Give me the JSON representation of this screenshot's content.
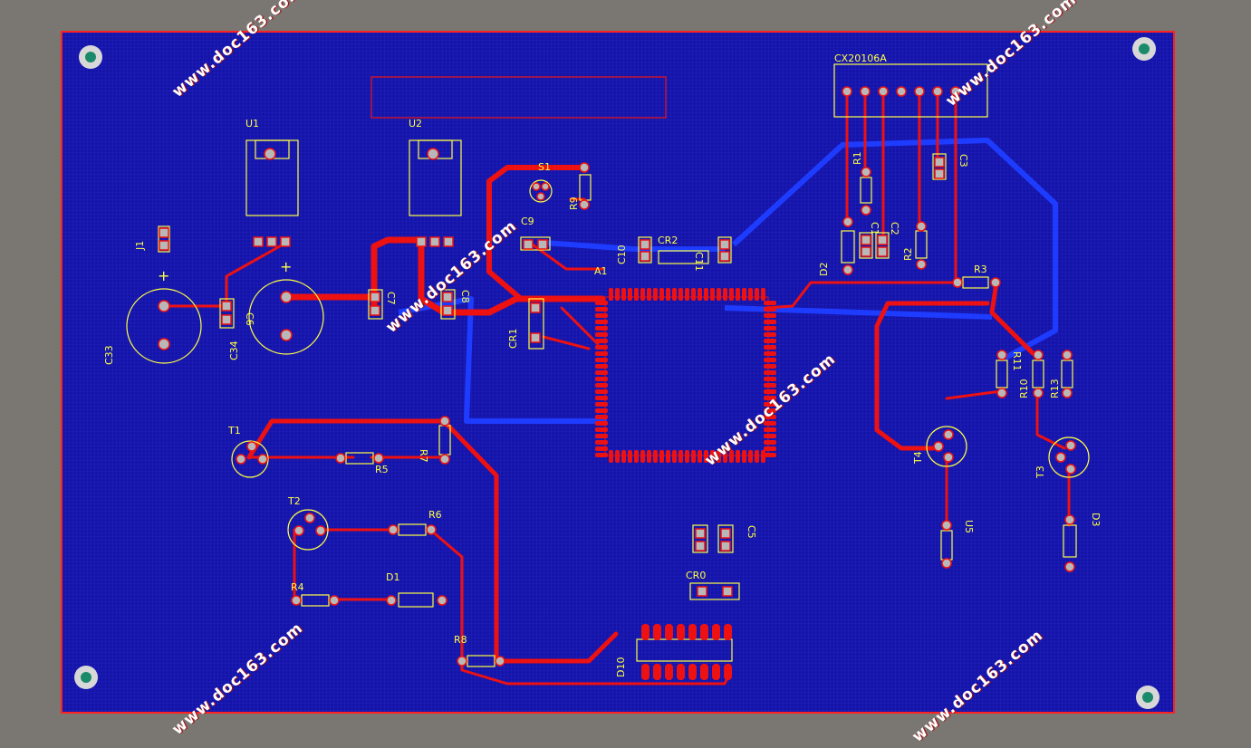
{
  "board": {
    "outline_color": "#ff2020",
    "fill_color": "#1414a8",
    "top_trace_color": "#ee1111",
    "bottom_trace_color": "#1e3cff",
    "silk_color": "#ffff44",
    "pad_color": "#b8b8b8"
  },
  "labels": {
    "u1": "U1",
    "u2": "U2",
    "j1": "J1",
    "c33": "C33",
    "c34": "C34",
    "c6": "C6",
    "c7": "C7",
    "c8": "C8",
    "s1": "S1",
    "c9": "C9",
    "r9": "R9",
    "c10": "C10",
    "cr2": "CR2",
    "c11": "C11",
    "a1": "A1",
    "cr1": "CR1",
    "cx": "CX20106A",
    "r1": "R1",
    "c1": "C1",
    "c2": "C2",
    "c3": "C3",
    "r2": "R2",
    "d2": "D2",
    "r3": "R3",
    "r11": "R11",
    "r10": "R10",
    "r13": "R13",
    "t4": "T4",
    "u5": "U5",
    "t3": "T3",
    "d3": "D3",
    "t1": "T1",
    "r5": "R5",
    "r7": "R7",
    "t2": "T2",
    "r6": "R6",
    "r4": "R4",
    "d1": "D1",
    "r8": "R8",
    "c5": "C5",
    "cr0": "CR0",
    "d10": "D10"
  },
  "watermark": "www.doc163.com"
}
